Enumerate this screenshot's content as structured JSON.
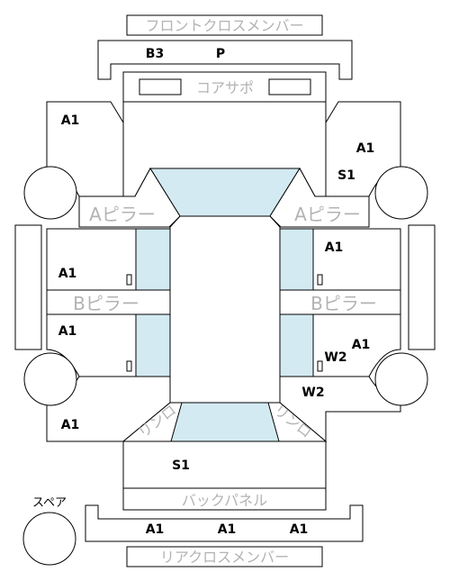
{
  "labels": {
    "front_cross_member": "フロントクロスメンバー",
    "core_support": "コアサポ",
    "a_pillar_left": "Aピラー",
    "a_pillar_right": "Aピラー",
    "b_pillar_left": "Bピラー",
    "b_pillar_right": "Bピラー",
    "back_panel": "バックパネル",
    "rear_cross_member": "リアクロスメンバー",
    "spare": "スペア",
    "rear_left_arc": "リンロ",
    "rear_right_arc": "リンロ"
  },
  "codes": {
    "front_member_left": "B3",
    "front_member_right": "P",
    "front_fender_left": "A1",
    "front_fender_right": "A1",
    "front_fender_right_lower": "S1",
    "front_door_left": "A1",
    "front_door_right": "A1",
    "rear_door_left": "A1",
    "rear_door_right": "A1",
    "rear_door_right_lower": "W2",
    "rocker_right_lower": "W2",
    "quarter_left": "A1",
    "trunk_lid": "S1",
    "rear_member_1": "A1",
    "rear_member_2": "A1",
    "rear_member_3": "A1"
  },
  "colors": {
    "glass": "#d4eaf2",
    "line": "#000000",
    "label_gray": "#b3b3b3"
  }
}
